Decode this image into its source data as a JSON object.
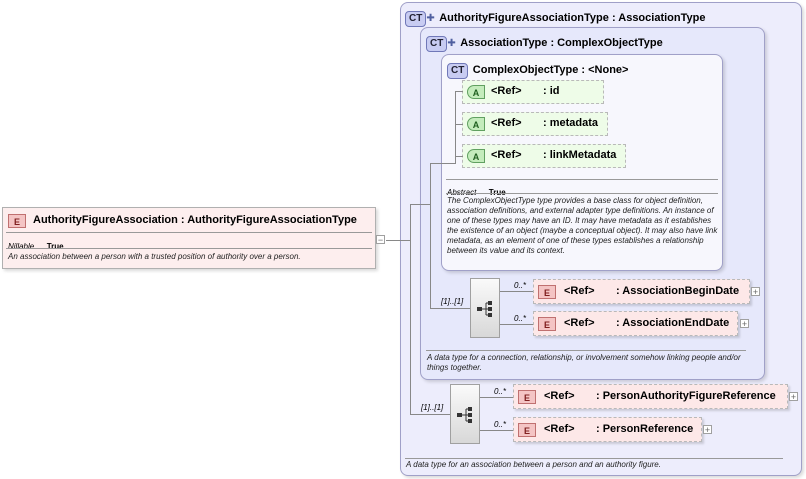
{
  "outer": {
    "badge": "CT",
    "title": "AuthorityFigureAssociationType : AssociationType",
    "description": "A data type for an association between a person and an authority figure."
  },
  "assoc": {
    "badge": "CT",
    "title": "AssociationType : ComplexObjectType",
    "description": "A data type for a connection, relationship, or involvement somehow linking people and/or things together."
  },
  "cot": {
    "badge": "CT",
    "title": "ComplexObjectType : <None>",
    "abstract_label": "Abstract",
    "abstract_value": "True",
    "description": "The ComplexObjectType type provides a base class for object definition, association definitions, and external adapter type definitions. An instance of one of these types may have an ID. It may have metadata as it establishes the existence of an object (maybe a conceptual object). It may also have link metadata, as an element of one of these types establishes a relationship between its value and its context.",
    "attributes": [
      {
        "badge": "A",
        "ref": "<Ref>",
        "name": ": id"
      },
      {
        "badge": "A",
        "ref": "<Ref>",
        "name": ": metadata"
      },
      {
        "badge": "A",
        "ref": "<Ref>",
        "name": ": linkMetadata"
      }
    ]
  },
  "assoc_seq": {
    "multiplicity": "[1]..[1]",
    "elements": [
      {
        "badge": "E",
        "ref": "<Ref>",
        "name": ": AssociationBeginDate",
        "card": "0..*"
      },
      {
        "badge": "E",
        "ref": "<Ref>",
        "name": ": AssociationEndDate",
        "card": "0..*"
      }
    ]
  },
  "outer_seq": {
    "multiplicity": "[1]..[1]",
    "elements": [
      {
        "badge": "E",
        "ref": "<Ref>",
        "name": ": PersonAuthorityFigureReference",
        "card": "0..*"
      },
      {
        "badge": "E",
        "ref": "<Ref>",
        "name": ": PersonReference",
        "card": "0..*"
      }
    ]
  },
  "main": {
    "badge": "E",
    "title": "AuthorityFigureAssociation : AuthorityFigureAssociationType",
    "nillable_label": "Nillable",
    "nillable_value": "True",
    "description": "An association between a person with a trusted position of authority over a person."
  },
  "icons": {
    "sequence": "sequence-icon",
    "expand": "plus-icon",
    "collapse": "minus-icon"
  }
}
